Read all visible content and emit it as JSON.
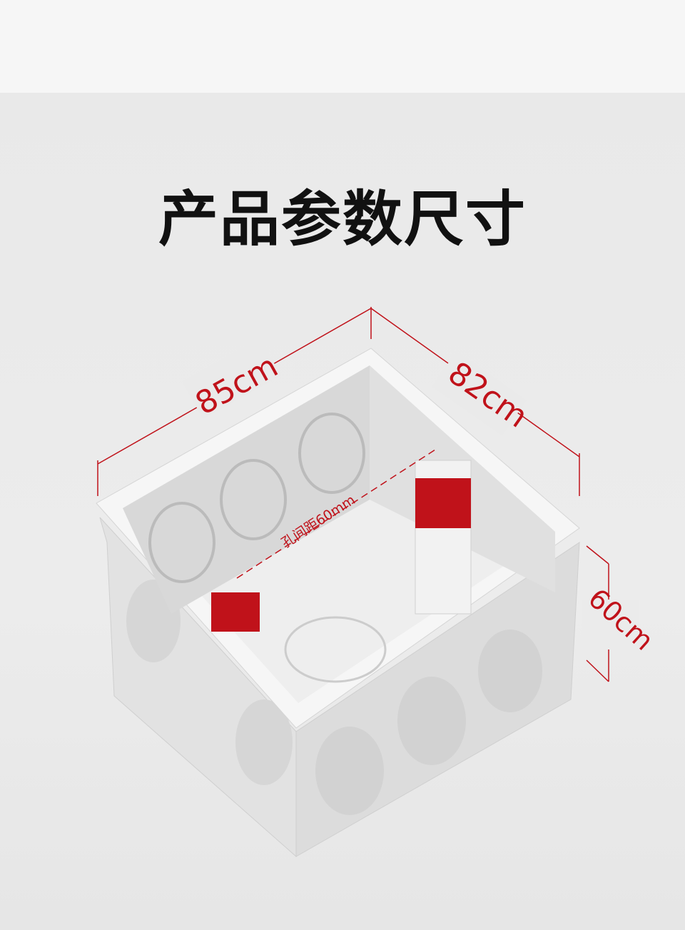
{
  "title": "产品参数尺寸",
  "dimensions": {
    "width": "85cm",
    "depth": "82cm",
    "height": "60cm",
    "hole_spacing": "孔间距60mm"
  },
  "colors": {
    "accent": "#c0121a",
    "box": "#f4f4f4"
  }
}
